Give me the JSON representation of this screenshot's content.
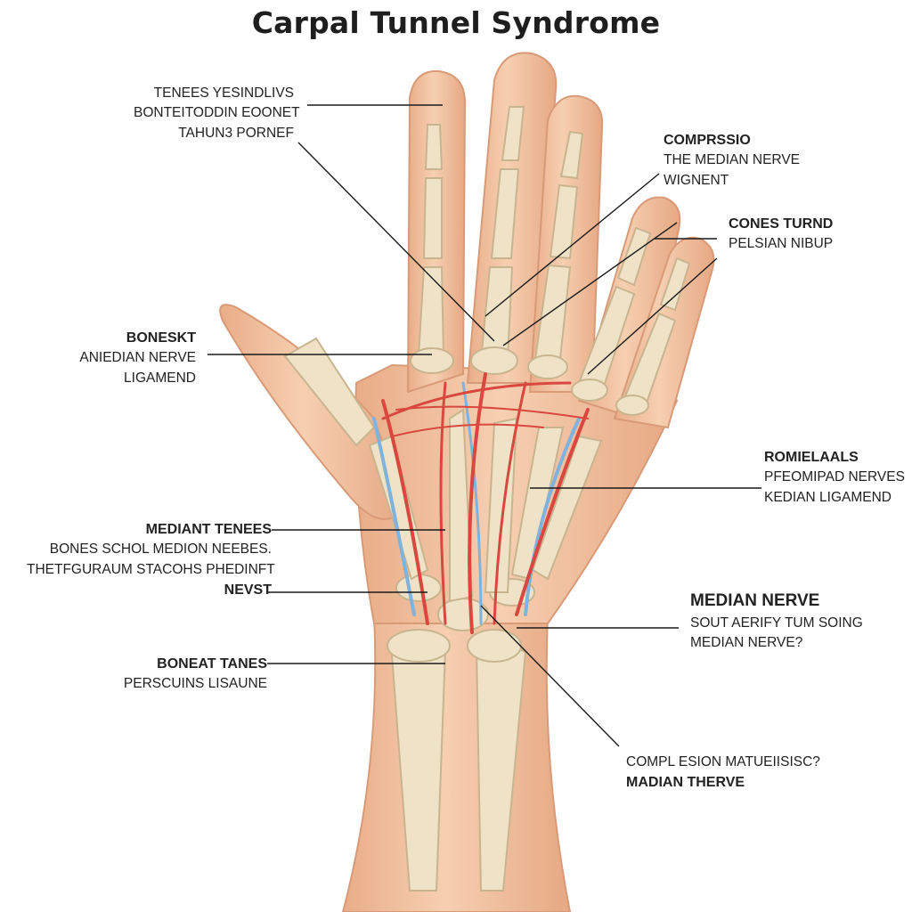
{
  "title": "Carpal Tunnel Syndrome",
  "labels": {
    "l1": [
      "TENEES YESINDLIVS",
      "BONTEITODDIN EOONET",
      "TAHUN3 PORNEF"
    ],
    "l2": [
      "BONESKT",
      "ANIEDIAN NERVE",
      "LIGAMEND"
    ],
    "l3": [
      "MEDIANT TENEES",
      "BONES SCHOL MEDION NEEBES.",
      "THETFGURAUM STACOHS PHEDINFT",
      "NEVST"
    ],
    "l4": [
      "BONEAT TANES",
      "PERSCUINS LISAUNE"
    ],
    "r1": [
      "COMPRSSIO",
      "THE MEDIAN NERVE",
      "WIGNENT"
    ],
    "r2": [
      "CONES TURND",
      "PELSIAN NIBUP"
    ],
    "r3": [
      "ROMIELAALS",
      "PFEOMIPAD NERVES",
      "KEDIAN LIGAMEND"
    ],
    "r4": [
      "MEDIAN NERVE",
      "SOUT AERIFY TUM SOING",
      "MEDIAN NERVE?"
    ],
    "r5": [
      "COMPL ESION MATUEIISISC?",
      "MADIAN THERVE"
    ]
  },
  "colors": {
    "skin": "#f3c5a4",
    "skin_shade": "#e2a582",
    "bone": "#efe2c6",
    "bone_edge": "#c8b58f",
    "artery": "#d9473f",
    "nerve": "#7fb3de",
    "leader": "#1a1a1a"
  }
}
